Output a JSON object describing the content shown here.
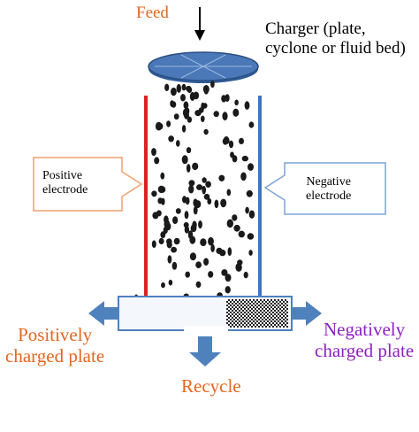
{
  "labels": {
    "feed": "Feed",
    "charger": "Charger (plate,\ncyclone or fluid bed)",
    "positive_electrode": "Positive\nelectrode",
    "negative_electrode": "Negative\nelectrode",
    "positively_charged_plate": "Positively\ncharged plate",
    "negatively_charged_plate": "Negatively\ncharged plate",
    "recycle": "Recycle"
  },
  "colors": {
    "orange_text": "#e5661f",
    "purple_text": "#8e1fc2",
    "positive_electrode": "#e02020",
    "negative_electrode": "#3f74c6",
    "arrow_blue": "#4f81bd",
    "charger_fill": "#4a78b8",
    "particle": "#1a1a1a"
  }
}
